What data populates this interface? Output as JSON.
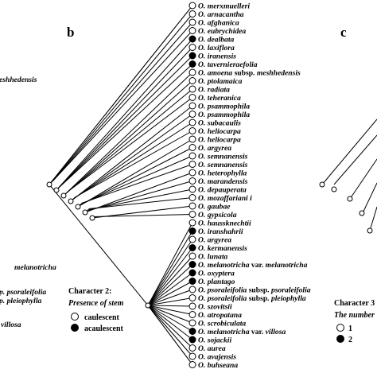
{
  "panels": {
    "b": "b",
    "c": "c"
  },
  "left_edge_labels": [
    {
      "text": "eshhedensis",
      "epithet": ""
    },
    {
      "text": "melanotricha",
      "epithet": ""
    },
    {
      "text": "p. psoraleifolia",
      "epithet": ""
    },
    {
      "text": "p. pleiophylla",
      "epithet": ""
    },
    {
      "text": "villosa",
      "epithet": ""
    }
  ],
  "taxa": [
    {
      "name": "O. merxmuelleri",
      "qualifier": "",
      "extra": "",
      "state": 0
    },
    {
      "name": "O. arnacantha",
      "qualifier": "",
      "extra": "",
      "state": 0
    },
    {
      "name": "O. afghanica",
      "qualifier": "",
      "extra": "",
      "state": 0
    },
    {
      "name": "O. eubrychidea",
      "qualifier": "",
      "extra": "",
      "state": 0
    },
    {
      "name": "O. dealbata",
      "qualifier": "",
      "extra": "",
      "state": 1
    },
    {
      "name": "O. laxiflora",
      "qualifier": "",
      "extra": "",
      "state": 0
    },
    {
      "name": "O. iranensis",
      "qualifier": "",
      "extra": "",
      "state": 1
    },
    {
      "name": "O. tavernieraefolia",
      "qualifier": "",
      "extra": "",
      "state": 1
    },
    {
      "name": "O. amoena",
      "qualifier": "subsp.",
      "extra": "meshhedensis",
      "state": 0
    },
    {
      "name": "O. ptolamaica",
      "qualifier": "",
      "extra": "",
      "state": 0
    },
    {
      "name": "O. radiata",
      "qualifier": "",
      "extra": "",
      "state": 0
    },
    {
      "name": "O. teheranica",
      "qualifier": "",
      "extra": "",
      "state": 0
    },
    {
      "name": "O. psammophila",
      "qualifier": "",
      "extra": "",
      "state": 0
    },
    {
      "name": "O. psammophila",
      "qualifier": "",
      "extra": "",
      "state": 0
    },
    {
      "name": "O. subacaulis",
      "qualifier": "",
      "extra": "",
      "state": 0
    },
    {
      "name": "O. heliocarpa",
      "qualifier": "",
      "extra": "",
      "state": 0
    },
    {
      "name": "O. heliocarpa",
      "qualifier": "",
      "extra": "",
      "state": 0
    },
    {
      "name": "O. argyrea",
      "qualifier": "",
      "extra": "",
      "state": 0
    },
    {
      "name": "O. semnanensis",
      "qualifier": "",
      "extra": "",
      "state": 0
    },
    {
      "name": "O. semnanensis",
      "qualifier": "",
      "extra": "",
      "state": 0
    },
    {
      "name": "O. heterophylla",
      "qualifier": "",
      "extra": "",
      "state": 0
    },
    {
      "name": "O. marandensis",
      "qualifier": "",
      "extra": "",
      "state": 0
    },
    {
      "name": "O. depauperata",
      "qualifier": "",
      "extra": "",
      "state": 0
    },
    {
      "name": "O. mozaffariani i",
      "qualifier": "",
      "extra": "",
      "state": 0
    },
    {
      "name": "O. gaubae",
      "qualifier": "",
      "extra": "",
      "state": 0
    },
    {
      "name": "O. gypsicola",
      "qualifier": "",
      "extra": "",
      "state": 0
    },
    {
      "name": "O. haussknechtii",
      "qualifier": "",
      "extra": "",
      "state": 0
    },
    {
      "name": "O. iranshahrii",
      "qualifier": "",
      "extra": "",
      "state": 1
    },
    {
      "name": "O. argyrea",
      "qualifier": "",
      "extra": "",
      "state": 0
    },
    {
      "name": "O. kermanensis",
      "qualifier": "",
      "extra": "",
      "state": 1
    },
    {
      "name": "O. lunata",
      "qualifier": "",
      "extra": "",
      "state": 0
    },
    {
      "name": "O. melanotricha",
      "qualifier": "var.",
      "extra": "melanotricha",
      "state": 1
    },
    {
      "name": "O. oxyptera",
      "qualifier": "",
      "extra": "",
      "state": 1
    },
    {
      "name": "O. plantago",
      "qualifier": "",
      "extra": "",
      "state": 1
    },
    {
      "name": "O. psoraleifolia",
      "qualifier": "subsp.",
      "extra": "psoraleifolia",
      "state": 0
    },
    {
      "name": "O. psoraleifolia",
      "qualifier": "subsp.",
      "extra": "pleiophylla",
      "state": 0
    },
    {
      "name": "O. szovitsii",
      "qualifier": "",
      "extra": "",
      "state": 0
    },
    {
      "name": "O. atropatana",
      "qualifier": "",
      "extra": "",
      "state": 0
    },
    {
      "name": "O. scrobiculata",
      "qualifier": "",
      "extra": "",
      "state": 0
    },
    {
      "name": "O. melanotricha",
      "qualifier": "var.",
      "extra": "villosa",
      "state": 1
    },
    {
      "name": "O. sojackii",
      "qualifier": "",
      "extra": "",
      "state": 1
    },
    {
      "name": "O. aurea",
      "qualifier": "",
      "extra": "",
      "state": 0
    },
    {
      "name": "O. avajensis",
      "qualifier": "",
      "extra": "",
      "state": 0
    },
    {
      "name": "O. buhseana",
      "qualifier": "",
      "extra": "",
      "state": 0
    }
  ],
  "legend": {
    "title": "Character 2:",
    "subtitle": "Presence of stem",
    "items": [
      {
        "label": "caulescent",
        "fill": "#ffffff"
      },
      {
        "label": "acaulescent",
        "fill": "#000000"
      }
    ]
  },
  "legend_c": {
    "title": "Character 3",
    "subtitle": "The number",
    "items": [
      {
        "label": "1",
        "fill": "#ffffff"
      },
      {
        "label": "2",
        "fill": "#000000"
      }
    ]
  }
}
